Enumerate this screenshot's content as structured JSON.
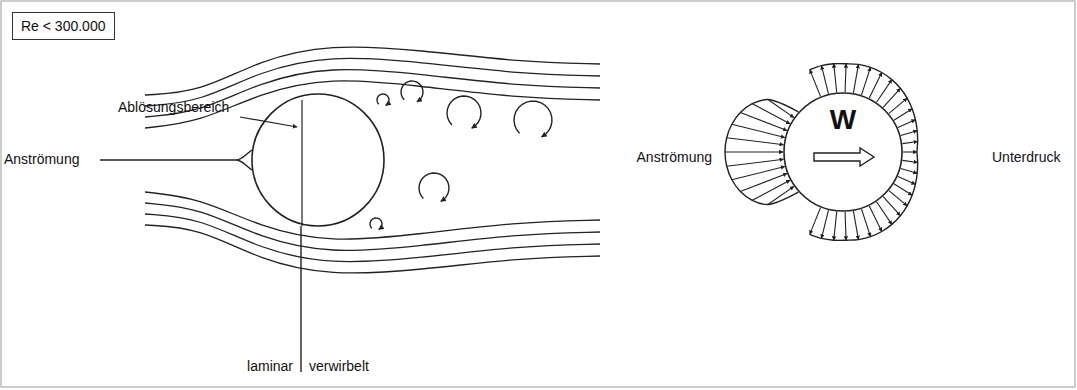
{
  "diagram": {
    "nodes": [
      {
        "text": [
          "Re < 300.000"
        ]
      },
      {
        "text": [
          "W"
        ]
      }
    ],
    "labels": [
      "Ablösungsbereich",
      "Anströmung",
      "laminar",
      "verwirbelt",
      "Anströmung",
      "Unterdruck"
    ]
  }
}
